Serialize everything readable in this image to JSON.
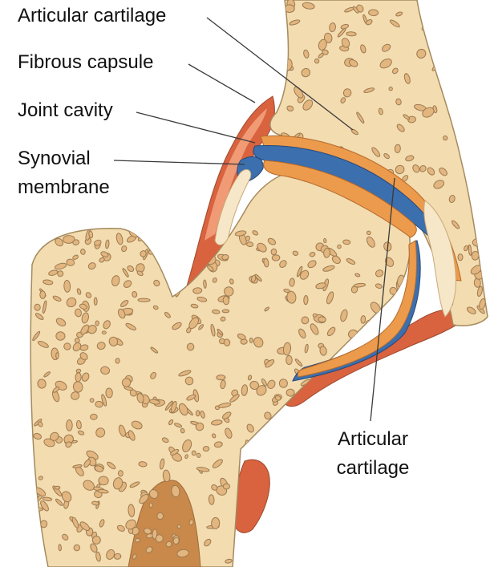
{
  "labels": {
    "articular_cartilage_top": "Articular cartilage",
    "fibrous_capsule": "Fibrous capsule",
    "joint_cavity": "Joint cavity",
    "synovial_line1": "Synovial",
    "synovial_line2": "membrane",
    "articular_cartilage_bottom_line1": "Articular",
    "articular_cartilage_bottom_line2": "cartilage"
  },
  "colors": {
    "bone": "#f3dcb0",
    "bone_outline": "#a58a5e",
    "marrow_pore": "#e2b67e",
    "pore_outline": "#9c7a52",
    "medullary_cavity": "#c9894a",
    "fibrous_capsule": "#d9623f",
    "fibrous_capsule_light": "#f09a76",
    "articular_cartilage": "#ec9a4c",
    "joint_cavity": "#3c6fae",
    "synovial_membrane": "#f6e7c8",
    "leader_line": "#3a3a3a"
  }
}
